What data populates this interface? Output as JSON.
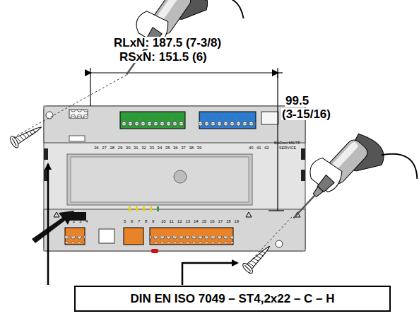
{
  "diagram": {
    "nodes": [
      {
        "text": [
          "DIN EN ISO 7049 – ST4,2x22 – C – H"
        ]
      }
    ],
    "labels": [
      "RLxN: 187.5 (7-3/8)",
      "RSxN: 151.5 (6)",
      "99.5",
      "(3-15/16)",
      "BACnet MS/TP",
      "SERVICE",
      "26",
      "27",
      "28",
      "29",
      "30",
      "31",
      "32",
      "33",
      "34",
      "35",
      "36",
      "37",
      "38",
      "39",
      "40",
      "41",
      "42",
      "1",
      "2",
      "3",
      "4",
      "5",
      "6",
      "7",
      "8",
      "9",
      "10",
      "11",
      "12",
      "13",
      "14",
      "15",
      "16",
      "17",
      "18",
      "19"
    ]
  }
}
